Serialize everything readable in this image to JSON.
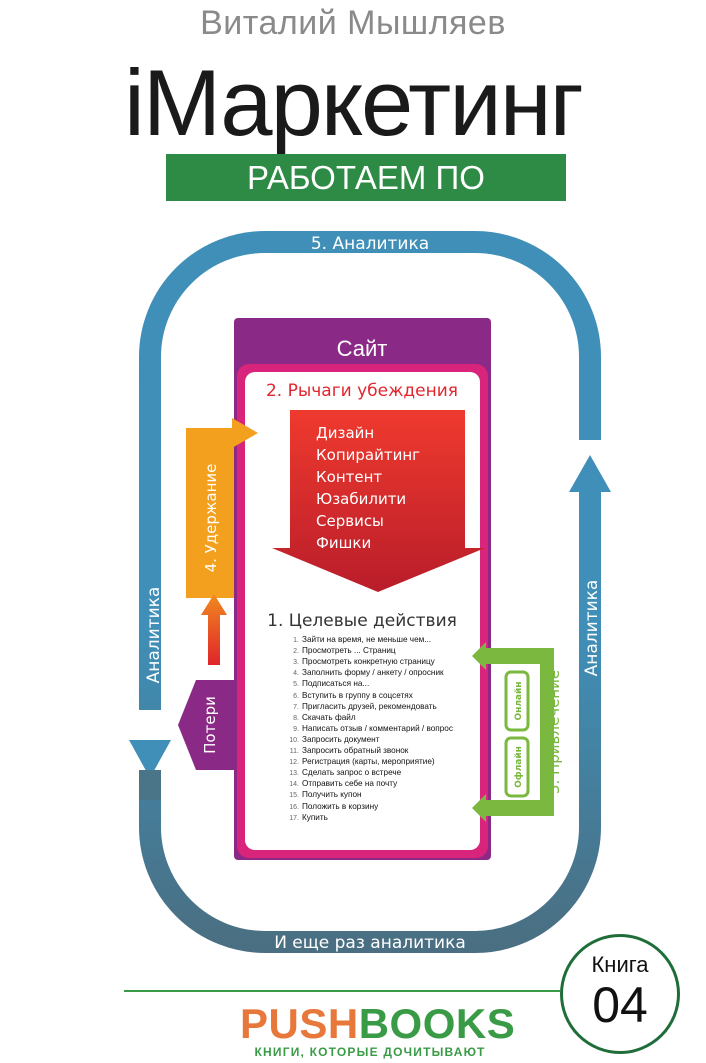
{
  "cover": {
    "author": "Виталий Мышляев",
    "title": "iМаркетинг",
    "subtitle": "РАБОТАЕМ ПО СИСТЕМЕ"
  },
  "diagram": {
    "loop_top_label": "5. Аналитика",
    "loop_left_label": "Аналитика",
    "loop_right_label": "Аналитика",
    "loop_bottom_label": "И еще раз аналитика",
    "site_label": "Сайт",
    "levers_label": "2. Рычаги убеждения",
    "levers": [
      "Дизайн",
      "Копирайтинг",
      "Контент",
      "Юзабилити",
      "Сервисы",
      "Фишки"
    ],
    "target_label": "1. Целевые действия",
    "actions": [
      "Зайти на время, не меньше чем...",
      "Просмотреть ... Страниц",
      "Просмотреть конкретную страницу",
      "Заполнить форму / анкету / опросник",
      "Подписаться на...",
      "Вступить в группу в соцсетях",
      "Пригласить друзей, рекомендовать",
      "Скачать файл",
      "Написать отзыв / комментарий / вопрос",
      "Запросить документ",
      "Запросить обратный звонок",
      "Регистрация (карты, мероприятие)",
      "Сделать запрос о встрече",
      "Отправить себе на почту",
      "Получить купон",
      "Положить в корзину",
      "Купить"
    ],
    "retention_label": "4. Удержание",
    "losses_label": "Потери",
    "attraction_label": "3. Привлечение",
    "online_label": "Онлайн",
    "offline_label": "Офлайн"
  },
  "footer": {
    "book_label": "Книга",
    "book_number": "04",
    "publisher_push": "PUSH",
    "publisher_books": "BOOKS",
    "tagline": "КНИГИ, КОТОРЫЕ ДОЧИТЫВАЮТ"
  },
  "colors": {
    "loop_blue": "#3f8fb8",
    "loop_dark": "#4a6f82",
    "site_purple": "#8b2a86",
    "inner_magenta": "#d8247b",
    "lever_red": "#d92b2b",
    "retention_orange": "#f2a01d",
    "attraction_green": "#7ab83f",
    "subtitle_green": "#2e8b45"
  }
}
